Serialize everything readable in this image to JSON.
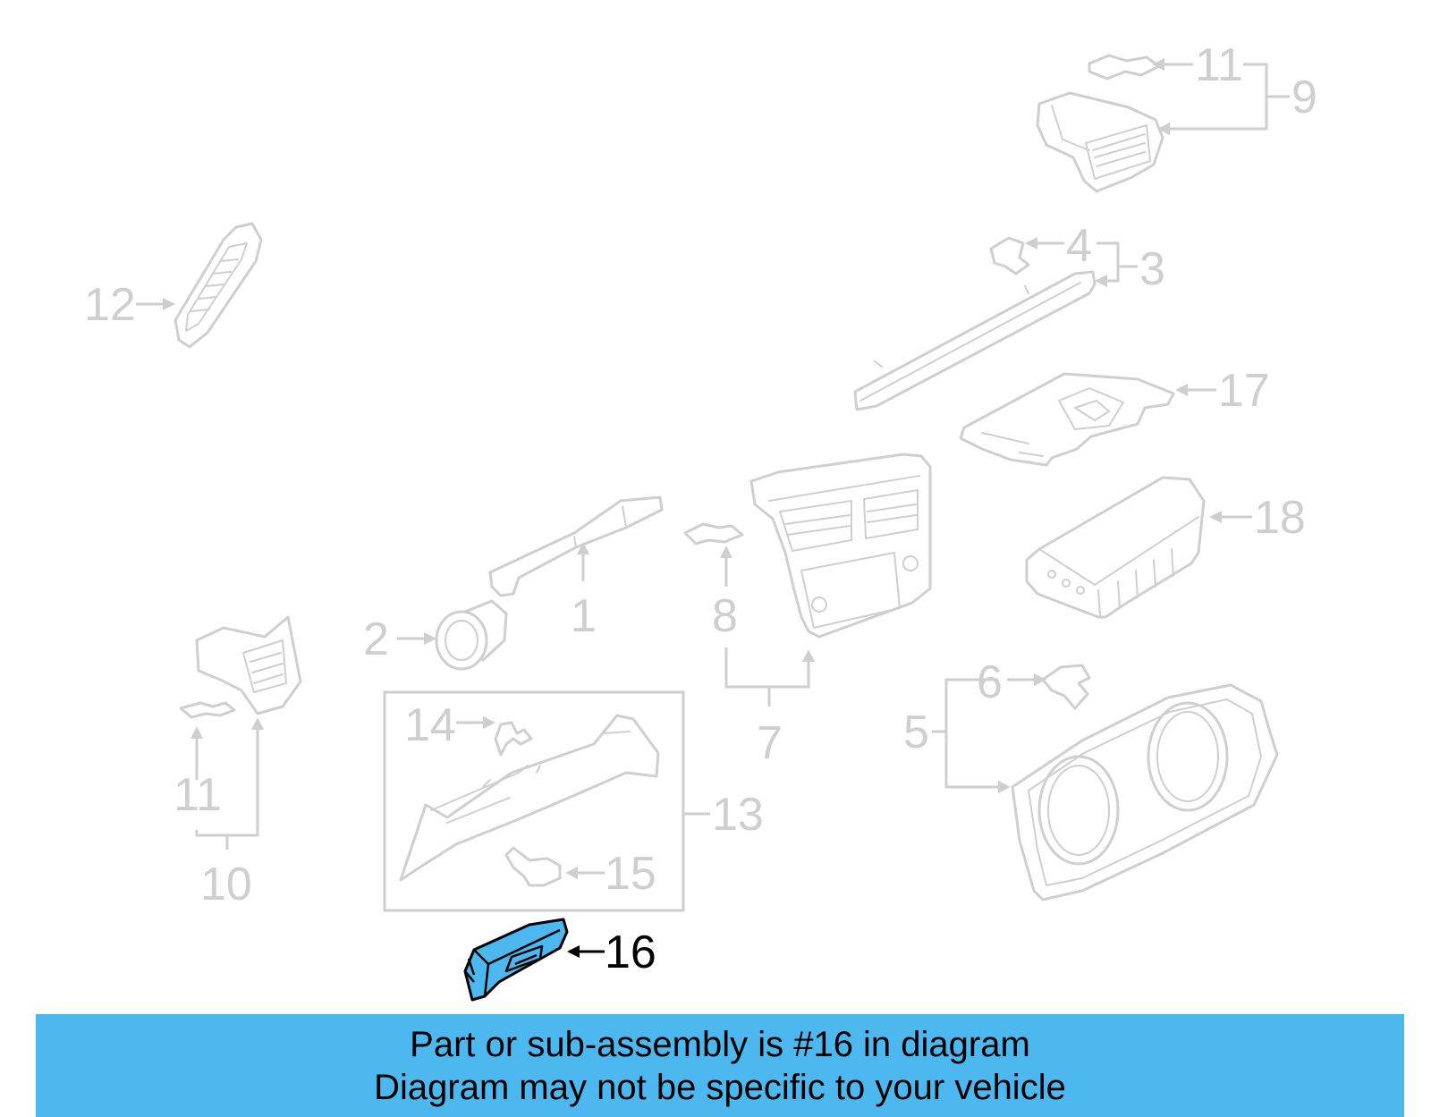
{
  "callouts": {
    "c1": "1",
    "c2": "2",
    "c3": "3",
    "c4": "4",
    "c5": "5",
    "c6": "6",
    "c7": "7",
    "c8": "8",
    "c9": "9",
    "c10": "10",
    "c11_top": "11",
    "c11_left": "11",
    "c12": "12",
    "c13": "13",
    "c14": "14",
    "c15": "15",
    "c16": "16",
    "c17": "17",
    "c18": "18"
  },
  "highlight": {
    "part_number": "16",
    "color": "#4db8f0"
  },
  "banner": {
    "line1": "Part or sub-assembly is #16 in diagram",
    "line2": "Diagram may not be specific to your vehicle",
    "color": "#4db8f0"
  }
}
